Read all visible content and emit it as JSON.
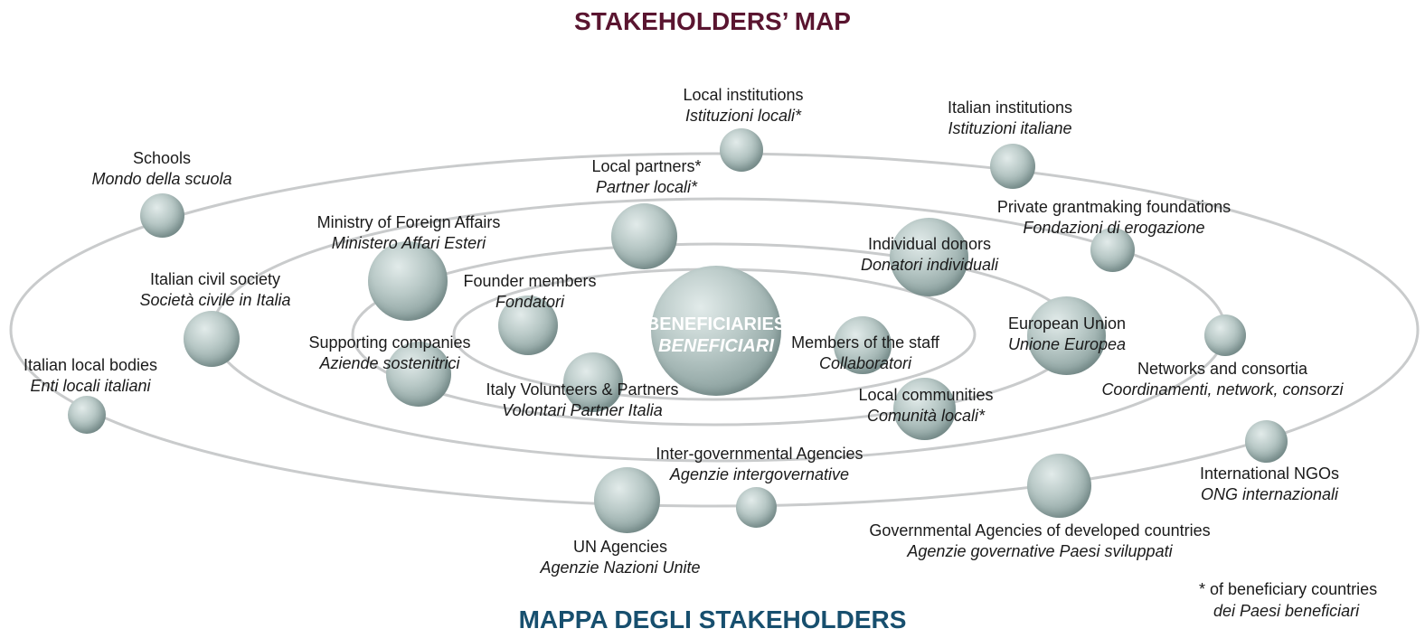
{
  "title": "STAKEHOLDERS’ MAP",
  "subtitle": "MAPPA DEGLI STAKEHOLDERS",
  "center": {
    "en": "BENEFICIARIES",
    "it": "BENEFICIARI"
  },
  "stakeholders": [
    {
      "name": "local-institutions",
      "en": "Local institutions",
      "it": "Istituzioni locali*"
    },
    {
      "name": "italian-institutions",
      "en": "Italian institutions",
      "it": "Istituzioni italiane"
    },
    {
      "name": "schools",
      "en": "Schools",
      "it": "Mondo della scuola"
    },
    {
      "name": "local-partners",
      "en": "Local partners*",
      "it": "Partner locali*"
    },
    {
      "name": "private-grantmaking-foundations",
      "en": "Private grantmaking foundations",
      "it": "Fondazioni di erogazione"
    },
    {
      "name": "ministry-foreign-affairs",
      "en": "Ministry of Foreign Affairs",
      "it": "Ministero Affari Esteri"
    },
    {
      "name": "individual-donors",
      "en": "Individual donors",
      "it": "Donatori individuali"
    },
    {
      "name": "italian-civil-society",
      "en": "Italian civil society",
      "it": "Società civile in Italia"
    },
    {
      "name": "founder-members",
      "en": "Founder members",
      "it": "Fondatori"
    },
    {
      "name": "european-union",
      "en": "European Union",
      "it": "Unione Europea"
    },
    {
      "name": "supporting-companies",
      "en": "Supporting companies",
      "it": "Aziende sostenitrici"
    },
    {
      "name": "members-of-staff",
      "en": "Members of the staff",
      "it": "Collaboratori"
    },
    {
      "name": "italian-local-bodies",
      "en": "Italian local bodies",
      "it": "Enti locali italiani"
    },
    {
      "name": "networks-consortia",
      "en": "Networks and consortia",
      "it": "Coordinamenti, network, consorzi"
    },
    {
      "name": "italy-volunteers-partners",
      "en": "Italy Volunteers & Partners",
      "it": "Volontari Partner Italia"
    },
    {
      "name": "local-communities",
      "en": "Local communities",
      "it": "Comunità locali*"
    },
    {
      "name": "inter-governmental-agencies",
      "en": "Inter-governmental Agencies",
      "it": "Agenzie intergovernative"
    },
    {
      "name": "international-ngos",
      "en": "International NGOs",
      "it": "ONG internazionali"
    },
    {
      "name": "governmental-agencies-developed",
      "en": "Governmental Agencies of developed countries",
      "it": "Agenzie governative Paesi sviluppati"
    },
    {
      "name": "un-agencies",
      "en": "UN Agencies",
      "it": "Agenzie Nazioni Unite"
    }
  ],
  "footnote": {
    "en": "* of beneficiary countries",
    "it": "dei Paesi beneficiari"
  }
}
